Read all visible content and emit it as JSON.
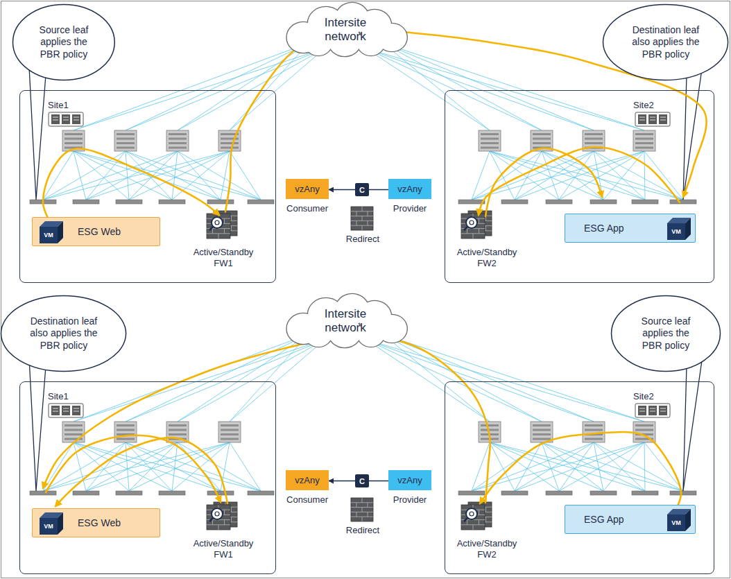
{
  "diagram": {
    "nodes": [
      {
        "text": [
          "Source leaf applies the PBR policy"
        ]
      },
      {
        "text": [
          "Intersite network"
        ]
      },
      {
        "text": [
          "Destination leaf also applies the PBR policy"
        ]
      },
      {
        "text": [
          "Site1"
        ]
      },
      {
        "text": [
          "Site2"
        ]
      },
      {
        "text": [
          "vzAny",
          "Consumer"
        ]
      },
      {
        "text": [
          "C"
        ]
      },
      {
        "text": [
          "vzAny",
          "Provider"
        ]
      },
      {
        "text": [
          "ESG Web"
        ],
        "in": 3
      },
      {
        "text": [
          "VM"
        ],
        "in": 8
      },
      {
        "text": [
          "ESG App"
        ],
        "in": 4
      },
      {
        "text": [
          "VM"
        ],
        "in": 10
      },
      {
        "text": [
          "Destination leaf also applies the PBR policy"
        ]
      },
      {
        "text": [
          "Intersite network"
        ]
      },
      {
        "text": [
          "Source leaf applies the PBR policy"
        ]
      },
      {
        "text": [
          "Site1"
        ]
      },
      {
        "text": [
          "Site2"
        ]
      },
      {
        "text": [
          "vzAny",
          "Consumer"
        ]
      },
      {
        "text": [
          "C"
        ]
      },
      {
        "text": [
          "vzAny",
          "Provider"
        ]
      },
      {
        "text": [
          "ESG Web"
        ],
        "in": 15
      },
      {
        "text": [
          "VM"
        ],
        "in": 20
      },
      {
        "text": [
          "ESG App"
        ],
        "in": 16
      },
      {
        "text": [
          "VM"
        ],
        "in": 22
      }
    ],
    "edges": [
      {
        "from": 6,
        "to": 5,
        "arrow": "to"
      },
      {
        "from": 7,
        "to": 6,
        "arrow": "none"
      },
      {
        "from": 18,
        "to": 17,
        "arrow": "to"
      },
      {
        "from": 19,
        "to": 18,
        "arrow": "none"
      }
    ],
    "labels": [
      "Redirect",
      "Active/Standby FW1",
      "Active/Standby FW2",
      "Redirect",
      "Active/Standby FW1",
      "Active/Standby FW2"
    ]
  }
}
